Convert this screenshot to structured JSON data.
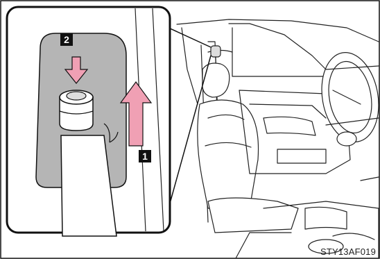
{
  "figure": {
    "callouts": {
      "step_2": "2",
      "step_1": "1"
    },
    "figure_code": "STY13AF019",
    "colors": {
      "arrow": "#f0a0b4",
      "panel": "#b5b5b5",
      "line": "#111111"
    }
  }
}
